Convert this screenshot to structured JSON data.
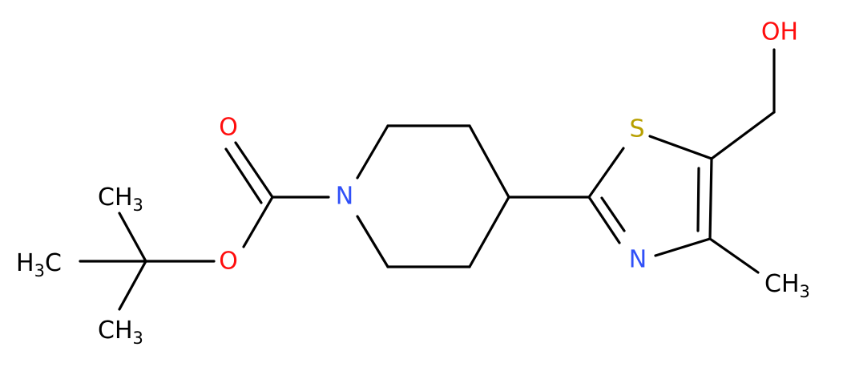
{
  "colors": {
    "bond": "#000000",
    "carbon": "#000000",
    "oxygen": "#ff0d0d",
    "nitrogen": "#3050f8",
    "sulfur": "#b8a000"
  },
  "atoms": {
    "o_carbonyl": "O",
    "o_ester": "O",
    "n_piperidine": "N",
    "s_thiazole": "S",
    "n_thiazole": "N",
    "oh": "OH",
    "methyl_top": {
      "main": "CH",
      "sub": "3"
    },
    "methyl_left": {
      "main": "H",
      "sub": "3",
      "tail": "C"
    },
    "methyl_bottom": {
      "main": "CH",
      "sub": "3"
    },
    "methyl_ring": {
      "main": "CH",
      "sub": "3"
    }
  }
}
